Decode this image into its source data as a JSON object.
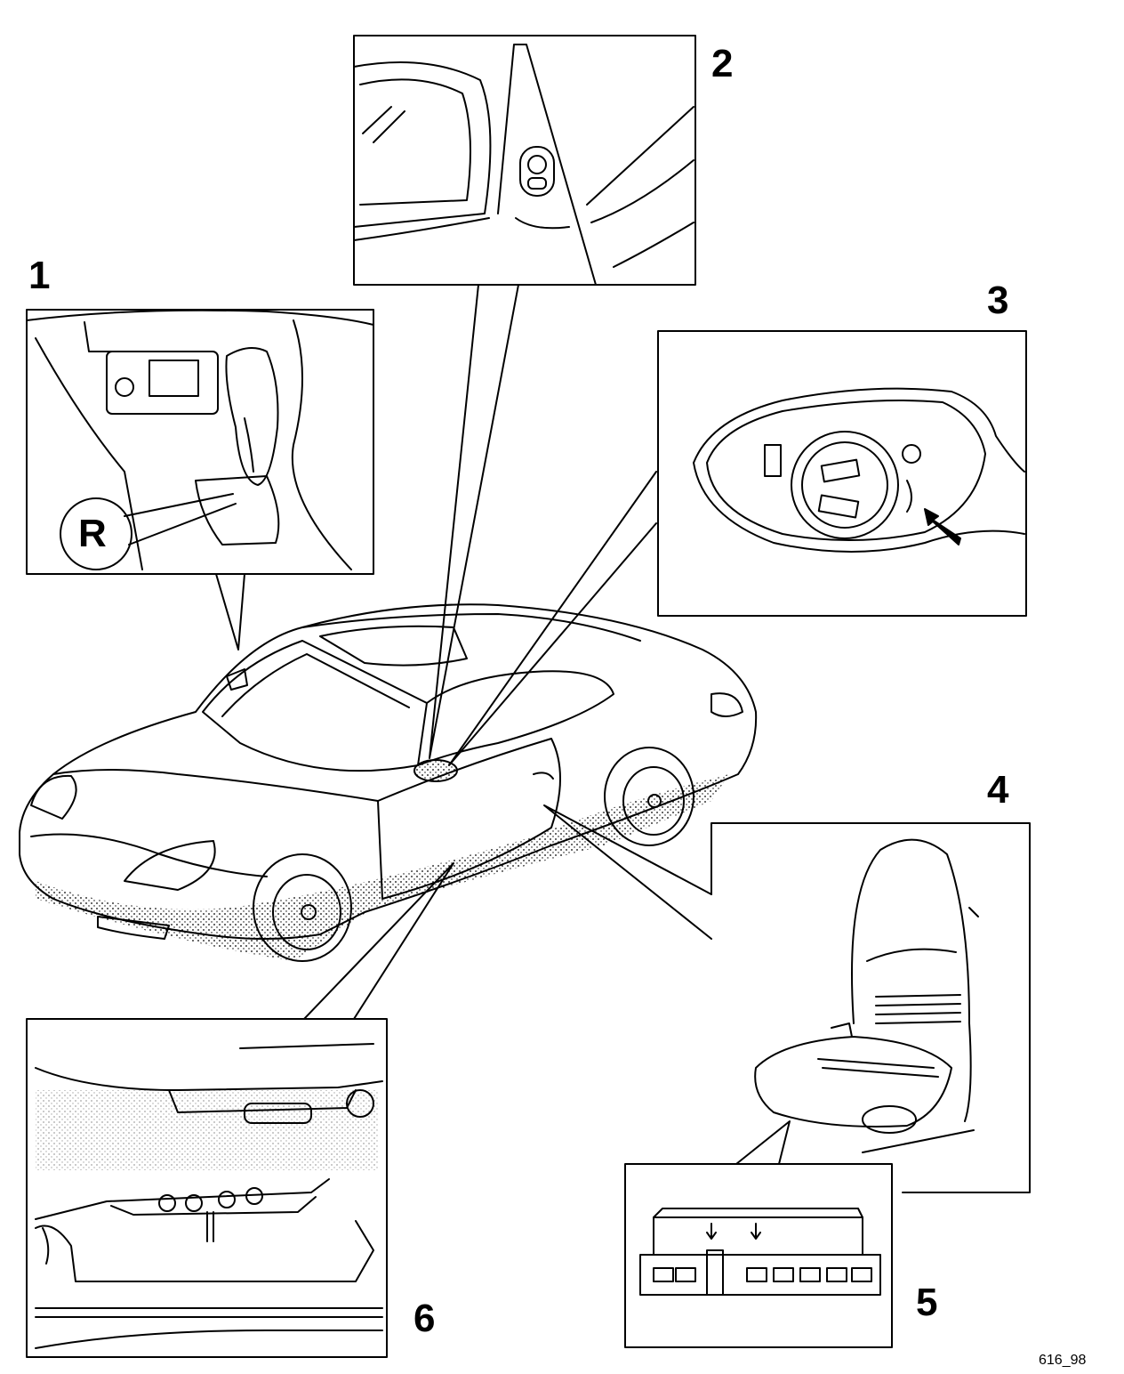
{
  "callouts": {
    "c1": "1",
    "c2": "2",
    "c3": "3",
    "c4": "4",
    "c5": "5",
    "c6": "6"
  },
  "gear_letter": "R",
  "figure_id": "616_98",
  "colors": {
    "ink": "#000000",
    "paper": "#ffffff"
  }
}
